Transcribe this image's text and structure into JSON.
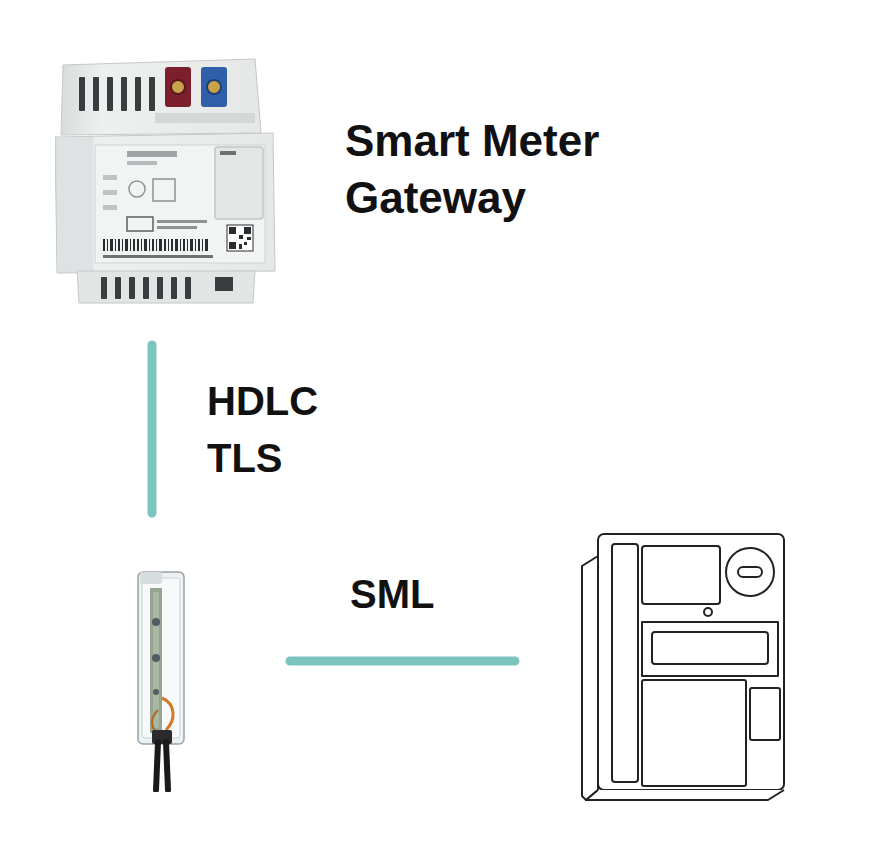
{
  "diagram": {
    "nodes": [
      {
        "text": [
          "Smart Meter Gateway"
        ]
      },
      {
        "text": []
      },
      {
        "text": []
      }
    ],
    "edges": [
      {
        "from": 0,
        "to": 1,
        "arrow": "none",
        "label": "HDLC TLS"
      },
      {
        "from": 1,
        "to": 2,
        "arrow": "none",
        "label": "SML"
      }
    ]
  }
}
